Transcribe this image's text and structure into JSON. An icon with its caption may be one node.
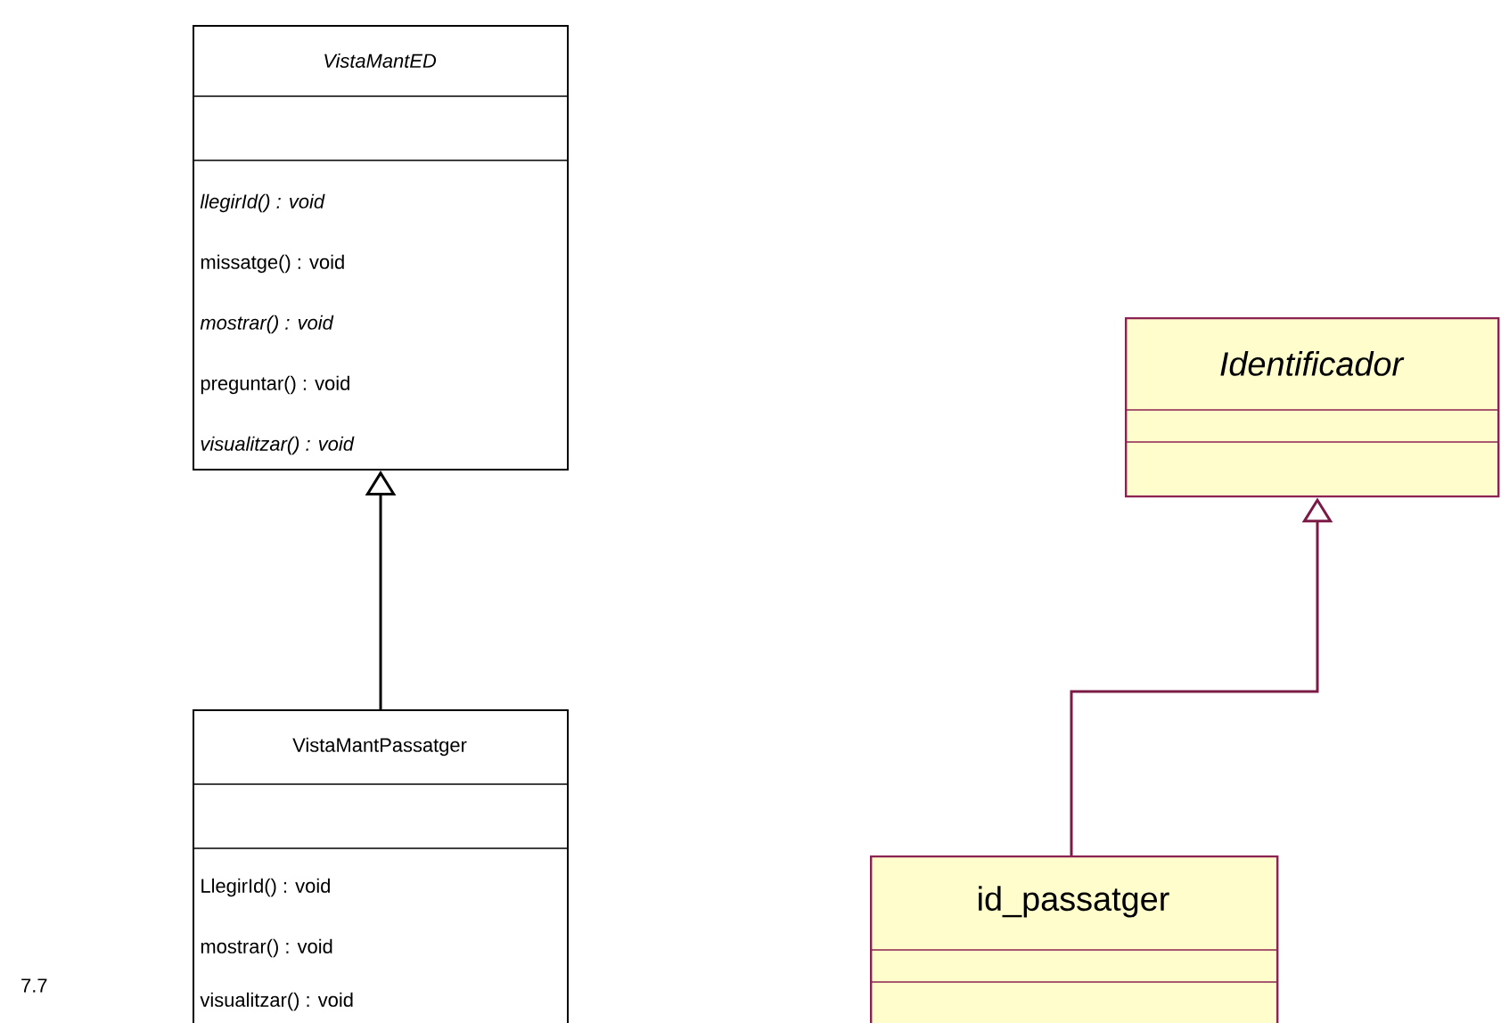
{
  "diagram": {
    "nodes": [
      {
        "text": [
          "VistaMantED",
          "llegirId() : void",
          "missatge() : void",
          "mostrar() : void",
          "preguntar() : void",
          "visualitzar() : void"
        ]
      },
      {
        "text": [
          "VistaMantPassatger",
          "LlegirId() : void",
          "mostrar() : void",
          "visualitzar() : void"
        ]
      },
      {
        "text": [
          "Identificador"
        ]
      },
      {
        "text": [
          "id_passatger"
        ]
      }
    ],
    "edges": [
      {
        "from": 1,
        "to": 0,
        "arrow": "to"
      },
      {
        "from": 3,
        "to": 2,
        "arrow": "to",
        "color": "#7b1b45"
      }
    ],
    "labels": [
      "7.7"
    ]
  }
}
